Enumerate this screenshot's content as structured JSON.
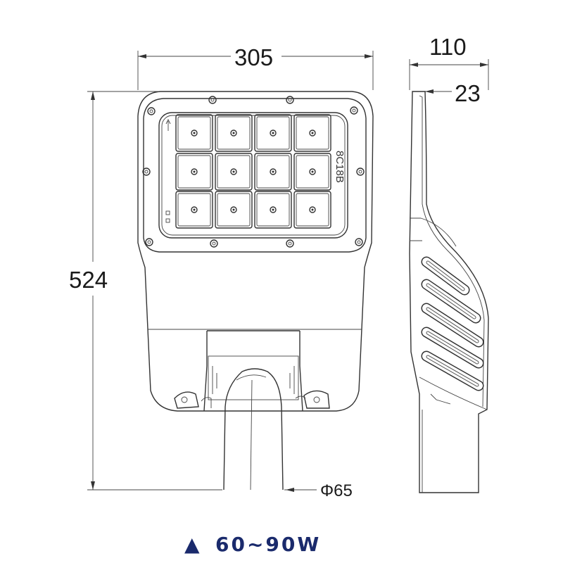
{
  "dimensions": {
    "width": "305",
    "depth": "110",
    "height": "524",
    "mount_offset": "23",
    "pole_diameter": "Φ65"
  },
  "module_label": "8C18B",
  "caption": {
    "marker": "▲",
    "power": "60~90W"
  },
  "colors": {
    "caption": "#1a2a6c",
    "line": "#333333"
  }
}
